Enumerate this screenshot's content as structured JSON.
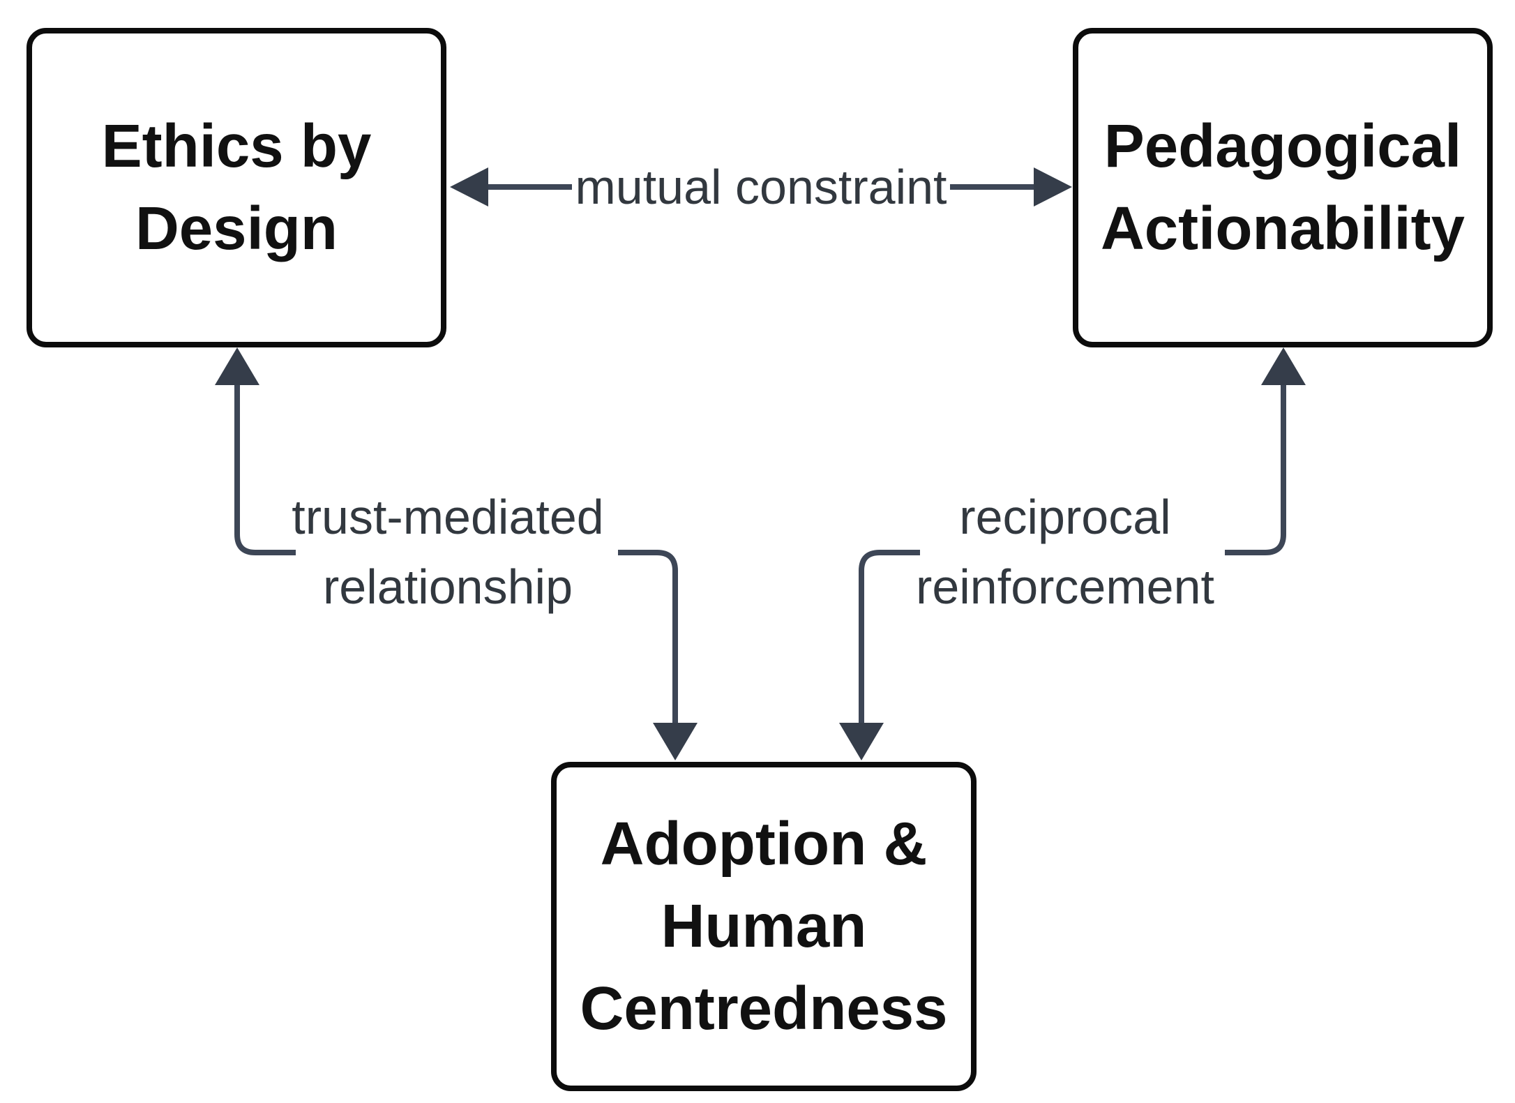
{
  "diagram": {
    "nodes": {
      "ethics": {
        "line1": "Ethics by",
        "line2": "Design"
      },
      "pedagogical": {
        "line1": "Pedagogical",
        "line2": "Actionability"
      },
      "adoption": {
        "line1": "Adoption &",
        "line2": "Human",
        "line3": "Centredness"
      }
    },
    "edges": {
      "mutual": {
        "label": "mutual constraint"
      },
      "trust": {
        "label_line1": "trust-mediated",
        "label_line2": "relationship"
      },
      "reciprocal": {
        "label_line1": "reciprocal",
        "label_line2": "reinforcement"
      }
    },
    "colors": {
      "edge_line": "#3d4656",
      "arrowhead": "#353d4a",
      "box_border": "#0c0c0c",
      "box_fill": "#ffffff",
      "title_text": "#111111",
      "label_text": "#32383f",
      "background": "#ffffff"
    }
  }
}
